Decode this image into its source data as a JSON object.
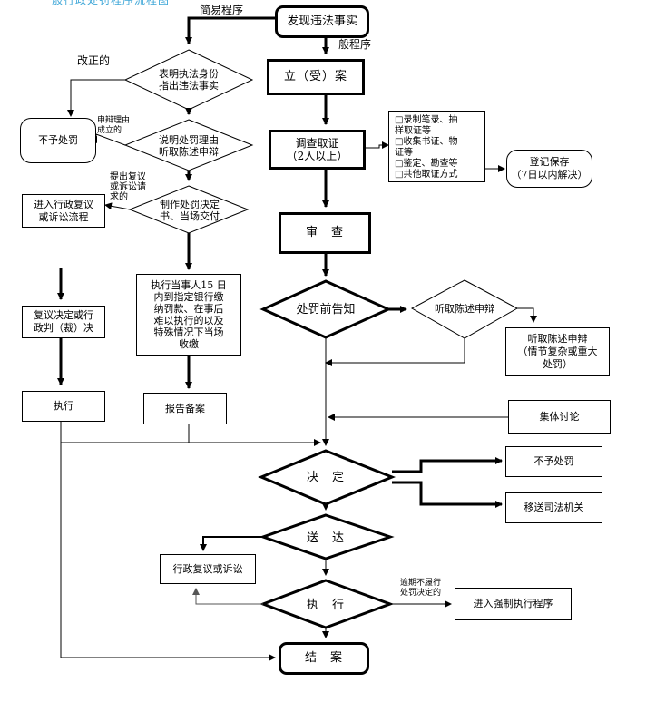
{
  "header": {
    "partial_title": "一般行政处罚程序流程图"
  },
  "left_branch": {
    "simple_label": "简易程序",
    "d1": "表明执法身份\n指出违法事实",
    "corrected_label": "改正的",
    "no_penalty": "不予处罚",
    "defense_label": "申辩理由\n成立的",
    "d2": "说明处罚理由\n听取陈述申辩",
    "appeal_label": "提出复议\n或诉讼请\n求的",
    "d3": "制作处罚决定\n书、当场交付",
    "review_flow": "进入行政复议\n或诉讼流程",
    "execute_text": "执行当事人15 日\n内到指定银行缴\n纳罚款、在事后\n难以执行的以及\n特殊情况下当场\n收缴",
    "review_result": "复议决定或行\n政判（裁）决",
    "execute": "执行",
    "report": "报告备案"
  },
  "main_branch": {
    "discover": "发现违法事实",
    "general_label": "一般程序",
    "file_case": "立（受）案",
    "investigate": "调查取证\n（2人以上）",
    "evidence_methods": "□录制笔录、抽\n样取证等\n□收集书证、物\n证等\n□鉴定、勘查等\n□共他取证方式",
    "register": "登记保存\n（7日以内解决）",
    "review": "审　查",
    "notice": "处罚前告知",
    "hear_defense": "听取陈述申辩",
    "hearing_box": "听取陈述申辩\n（情节复杂或重大\n处罚）",
    "collective": "集体讨论",
    "decision": "决　定",
    "no_penalty": "不予处罚",
    "transfer": "移送司法机关",
    "deliver": "送　达",
    "admin_review": "行政复议或诉讼",
    "execute": "执　行",
    "overdue_label": "逾期不履行\n处罚决定的",
    "enforce": "进入强制执行程序",
    "close": "结　案"
  }
}
